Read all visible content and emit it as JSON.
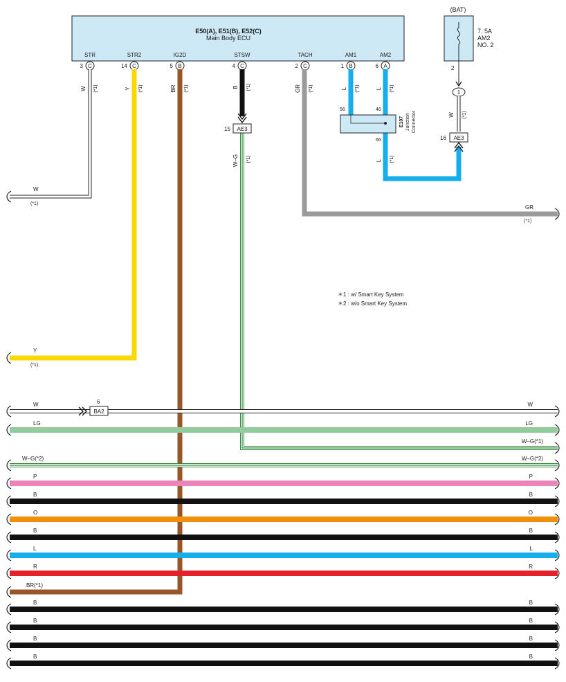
{
  "ecu": {
    "title": "E50(A), E51(B), E52(C)",
    "subtitle": "Main Body ECU",
    "fill": "#cde9f5",
    "terminals": [
      {
        "name": "STR",
        "pin": "3",
        "conn": "C"
      },
      {
        "name": "STR2",
        "pin": "14",
        "conn": "C"
      },
      {
        "name": "IG2D",
        "pin": "5",
        "conn": "B"
      },
      {
        "name": "STSW",
        "pin": "4",
        "conn": "C"
      },
      {
        "name": "TACH",
        "pin": "2",
        "conn": "C"
      },
      {
        "name": "AM1",
        "pin": "1",
        "conn": "B"
      },
      {
        "name": "AM2",
        "pin": "6",
        "conn": "A"
      }
    ]
  },
  "fuse": {
    "supply": "(BAT)",
    "rating": "7. 5A",
    "name": "AM2",
    "number": "NO. 2",
    "pin": "2",
    "node": "1"
  },
  "junction": {
    "id": "E107",
    "name1": "Junction",
    "name2": "Connector",
    "pin_a": "56",
    "pin_b": "46",
    "pin_c": "66"
  },
  "connectors": {
    "ae3_left": {
      "label": "AE3",
      "pin": "15"
    },
    "ae3_right": {
      "label": "AE3",
      "pin": "16"
    },
    "ba2": {
      "label": "BA2",
      "pin": "6"
    }
  },
  "wires": {
    "str": {
      "color": "W",
      "note": "(*1)"
    },
    "str2": {
      "color": "Y",
      "note": "(*1)"
    },
    "ig2d": {
      "color": "BR",
      "note": "(*1)"
    },
    "stsw": {
      "color": "B",
      "note": "(*1)"
    },
    "stsw_low": {
      "color": "W–G",
      "note": "(*1)"
    },
    "tach": {
      "color": "GR",
      "note": "(*1)"
    },
    "am1": {
      "color": "L",
      "note": "(*1)"
    },
    "am2": {
      "color": "L",
      "note": "(*1)"
    },
    "j_out": {
      "color": "L",
      "note": "(*1)"
    },
    "fuse_wire": {
      "color": "W",
      "note": "(*1)"
    }
  },
  "left_exits": {
    "w": {
      "label": "W",
      "note": "(*1)"
    },
    "y": {
      "label": "Y",
      "note": "(*1)"
    },
    "br": {
      "label": "BR(*1)"
    }
  },
  "right_exit": {
    "label": "GR",
    "note": "(*1)"
  },
  "legend": [
    "＊1 : w/ Smart Key System",
    "＊2 : w/o Smart Key System"
  ],
  "bus": [
    {
      "left": "W",
      "right": "W",
      "fill": "#ffffff",
      "double": true
    },
    {
      "left": "LG",
      "right": "LG",
      "fill": "#93cc9c"
    },
    {
      "left": "",
      "right": "W–G(*1)",
      "fill": "#ffffff",
      "double": true,
      "stripe": "#2e8b3e"
    },
    {
      "left": "W–G(*2)",
      "right": "W–G(*2)",
      "fill": "#ffffff",
      "double": true,
      "stripe": "#2e8b3e"
    },
    {
      "left": "P",
      "right": "P",
      "fill": "#e985b8"
    },
    {
      "left": "B",
      "right": "B",
      "fill": "#111111"
    },
    {
      "left": "O",
      "right": "O",
      "fill": "#ef900c"
    },
    {
      "left": "B",
      "right": "B",
      "fill": "#111111"
    },
    {
      "left": "L",
      "right": "L",
      "fill": "#16aeea"
    },
    {
      "left": "R",
      "right": "R",
      "fill": "#e4202a"
    },
    {
      "left": "B",
      "right": "B",
      "fill": "#111111"
    },
    {
      "left": "B",
      "right": "B",
      "fill": "#111111"
    },
    {
      "left": "B",
      "right": "B",
      "fill": "#111111"
    },
    {
      "left": "B",
      "right": "B",
      "fill": "#111111"
    }
  ],
  "colors": {
    "yellow": "#f8d800",
    "brown": "#9a5528",
    "gray": "#9a9a9a",
    "blue": "#16aeea",
    "black": "#111111",
    "green": "#2e8b3e"
  }
}
